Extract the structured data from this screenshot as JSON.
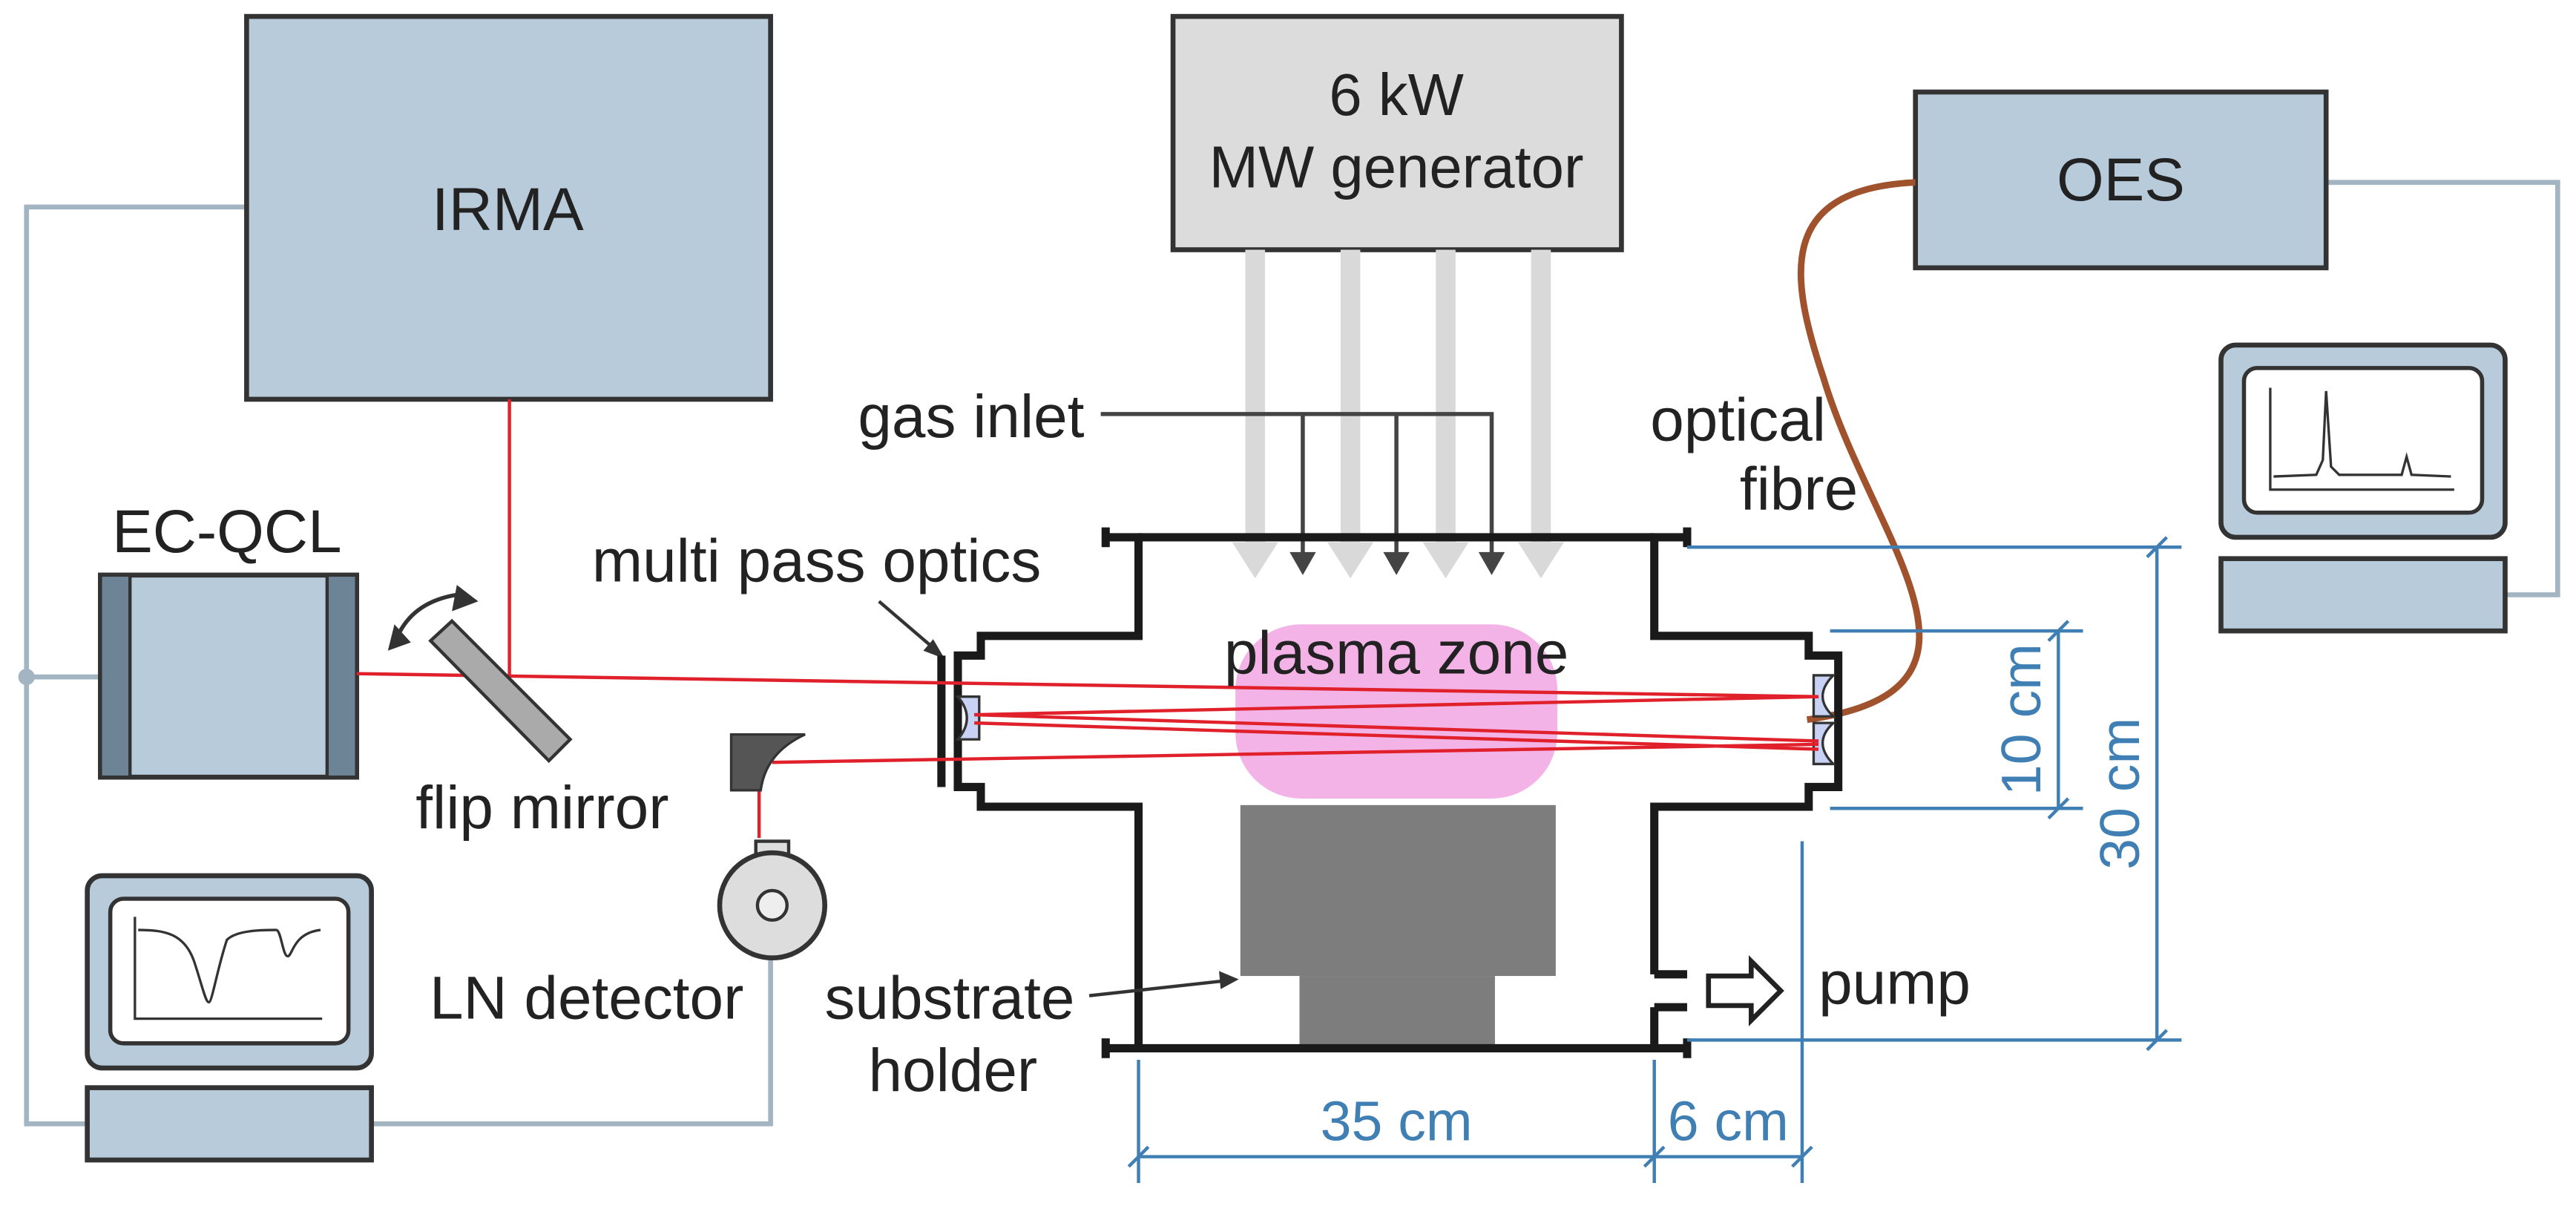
{
  "labels": {
    "irma": "IRMA",
    "mw_line1": "6 kW",
    "mw_line2": "MW generator",
    "oes": "OES",
    "gas_inlet": "gas inlet",
    "optical_line1": "optical",
    "optical_line2": "fibre",
    "ec_qcl": "EC-QCL",
    "multi_pass": "multi pass optics",
    "plasma_zone": "plasma zone",
    "flip_mirror": "flip mirror",
    "ln_detector": "LN detector",
    "substrate_line1": "substrate",
    "substrate_line2": "holder",
    "pump": "pump"
  },
  "dimensions": {
    "d35": "35 cm",
    "d6": "6 cm",
    "d10": "10 cm",
    "d30": "30 cm"
  },
  "colors": {
    "box_fill": "#b8cbdb",
    "generator_fill": "#dcdcdc",
    "laser": "#e0202a",
    "fibre": "#a0522d",
    "plasma": "#f3b3e6",
    "dimension": "#3f7fb4",
    "wire": "#a3b4c2",
    "chamber": "#1a1a1a",
    "substrate": "#7d7d7d"
  }
}
